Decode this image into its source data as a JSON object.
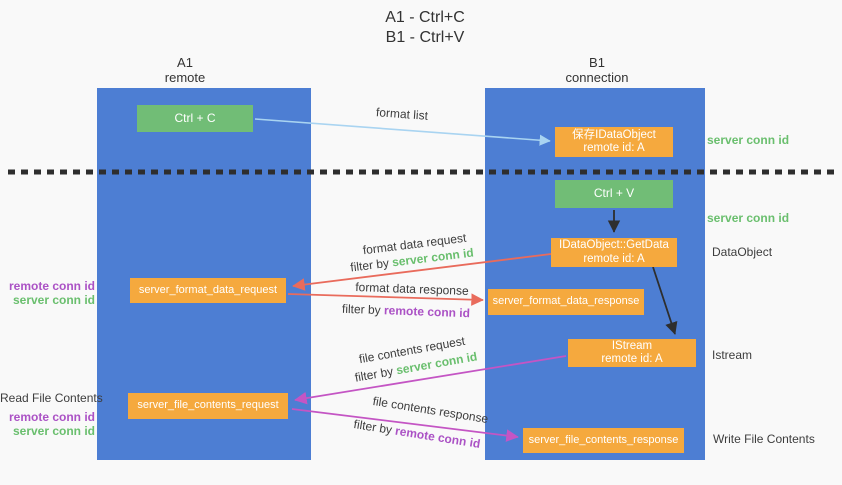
{
  "title": {
    "line1": "A1 - Ctrl+C",
    "line2": "B1 - Ctrl+V"
  },
  "lanes": {
    "a1": {
      "name": "A1",
      "role": "remote"
    },
    "b1": {
      "name": "B1",
      "role": "connection"
    }
  },
  "nodes": {
    "ctrl_c": {
      "label": "Ctrl + C"
    },
    "ctrl_v": {
      "label": "Ctrl + V"
    },
    "save_idataobject": {
      "line1": "保存IDataObject",
      "line2": "remote id: A"
    },
    "getdata": {
      "line1": "IDataObject::GetData",
      "line2": "remote id: A"
    },
    "istream": {
      "line1": "IStream",
      "line2": "remote id: A"
    },
    "server_format_data_request": {
      "label": "server_format_data_request"
    },
    "server_format_data_response": {
      "label": "server_format_data_response"
    },
    "server_file_contents_request": {
      "label": "server_file_contents_request"
    },
    "server_file_contents_response": {
      "label": "server_file_contents_response"
    }
  },
  "edge_labels": {
    "format_list": "format list",
    "format_data_request": "format data request",
    "format_data_response": "format data response",
    "file_contents_request": "file contents request",
    "file_contents_response": "file contents response",
    "filter_by": "filter by ",
    "server_conn_id": "server conn id",
    "remote_conn_id": "remote conn id"
  },
  "annotations": {
    "right": {
      "server_conn_id_top": "server conn id",
      "server_conn_id_mid": "server conn id",
      "dataobject": "DataObject",
      "istream": "Istream",
      "write_file_contents": "Write File Contents"
    },
    "left": {
      "format_remote_conn_id": "remote conn id",
      "format_server_conn_id": "server conn id",
      "read_file_contents": "Read File Contents",
      "file_remote_conn_id": "remote conn id",
      "file_server_conn_id": "server conn id"
    }
  },
  "colors": {
    "lane_blue": "#4d7ed3",
    "box_green": "#71bd76",
    "box_orange": "#f5a93e",
    "arrow_light_blue": "#a9d4f1",
    "arrow_red": "#e96b5c",
    "arrow_magenta": "#c455c4",
    "arrow_black": "#2e2e2e",
    "text_green": "#6abf6e",
    "text_purple": "#ab52c5"
  }
}
